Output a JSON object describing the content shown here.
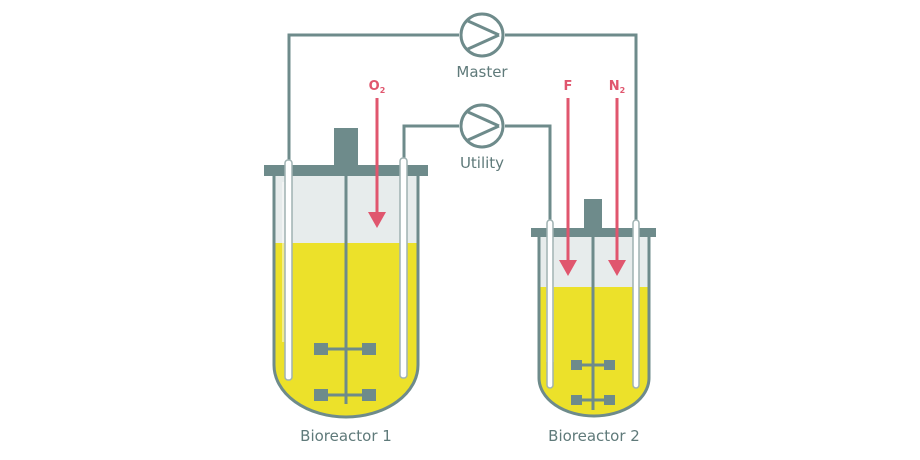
{
  "labels": {
    "master": "Master",
    "utility": "Utility",
    "reactor1": "Bioreactor 1",
    "reactor2": "Bioreactor 2"
  },
  "gas": {
    "o2_main": "O",
    "o2_sub": "2",
    "f": "F",
    "n2_main": "N",
    "n2_sub": "2"
  },
  "colors": {
    "line": "#6e8b8b",
    "arrow": "#e0566e",
    "liquid": "#ece12a",
    "glass": "#e7ecec"
  },
  "icons": {
    "pump": "pump-icon"
  }
}
